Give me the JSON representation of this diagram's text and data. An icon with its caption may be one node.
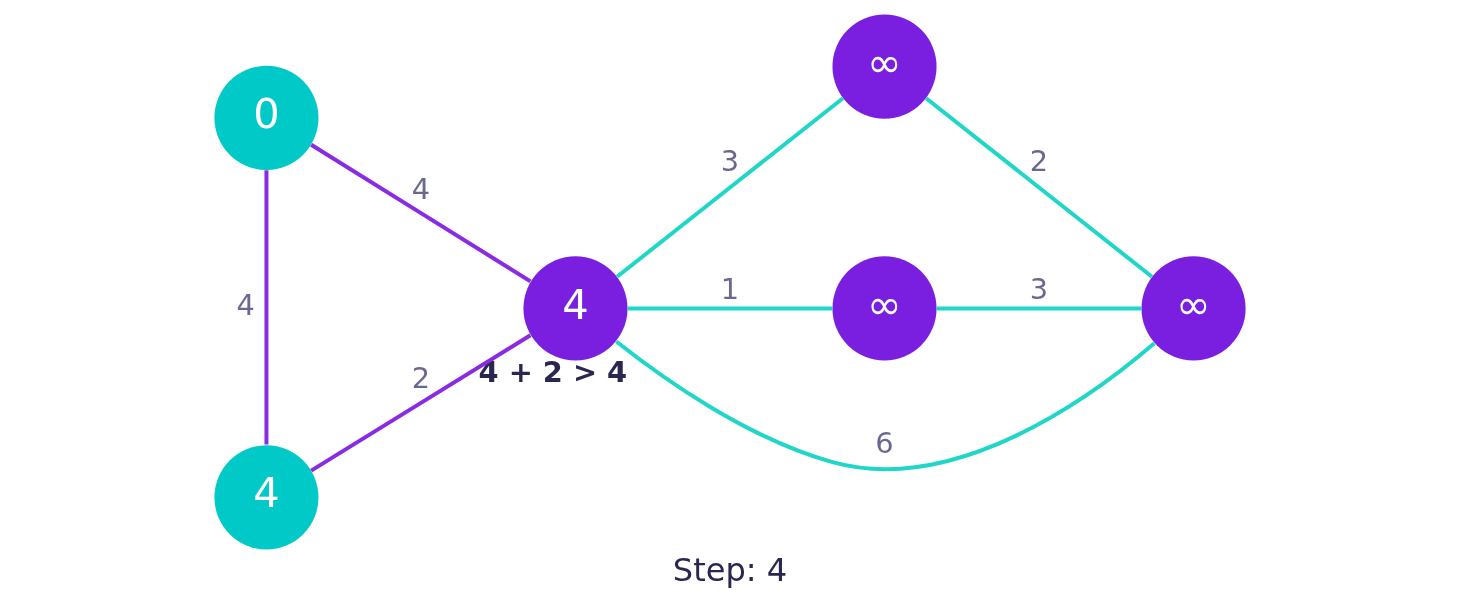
{
  "diagram": {
    "caption": "Step: 4",
    "nodes": [
      {
        "text": [
          "0"
        ]
      },
      {
        "text": [
          "4"
        ]
      },
      {
        "text": [
          "4"
        ],
        "beside": [
          "4 + 2 > 4"
        ]
      },
      {
        "text": [
          "∞"
        ]
      },
      {
        "text": [
          "∞"
        ]
      },
      {
        "text": [
          "∞"
        ]
      }
    ],
    "edges": [
      {
        "from": 0,
        "to": 2,
        "arrow": "none",
        "label": "4",
        "color": "#8a2be2"
      },
      {
        "from": 0,
        "to": 1,
        "arrow": "none",
        "label": "4",
        "color": "#8a2be2"
      },
      {
        "from": 1,
        "to": 2,
        "arrow": "none",
        "label": "2",
        "color": "#8a2be2"
      },
      {
        "from": 2,
        "to": 3,
        "arrow": "none",
        "label": "3"
      },
      {
        "from": 2,
        "to": 5,
        "arrow": "none",
        "label": "6"
      },
      {
        "from": 2,
        "to": 4,
        "arrow": "none",
        "label": "1"
      },
      {
        "from": 3,
        "to": 5,
        "arrow": "none",
        "label": "2"
      },
      {
        "from": 4,
        "to": 5,
        "arrow": "none",
        "label": "3"
      }
    ]
  }
}
